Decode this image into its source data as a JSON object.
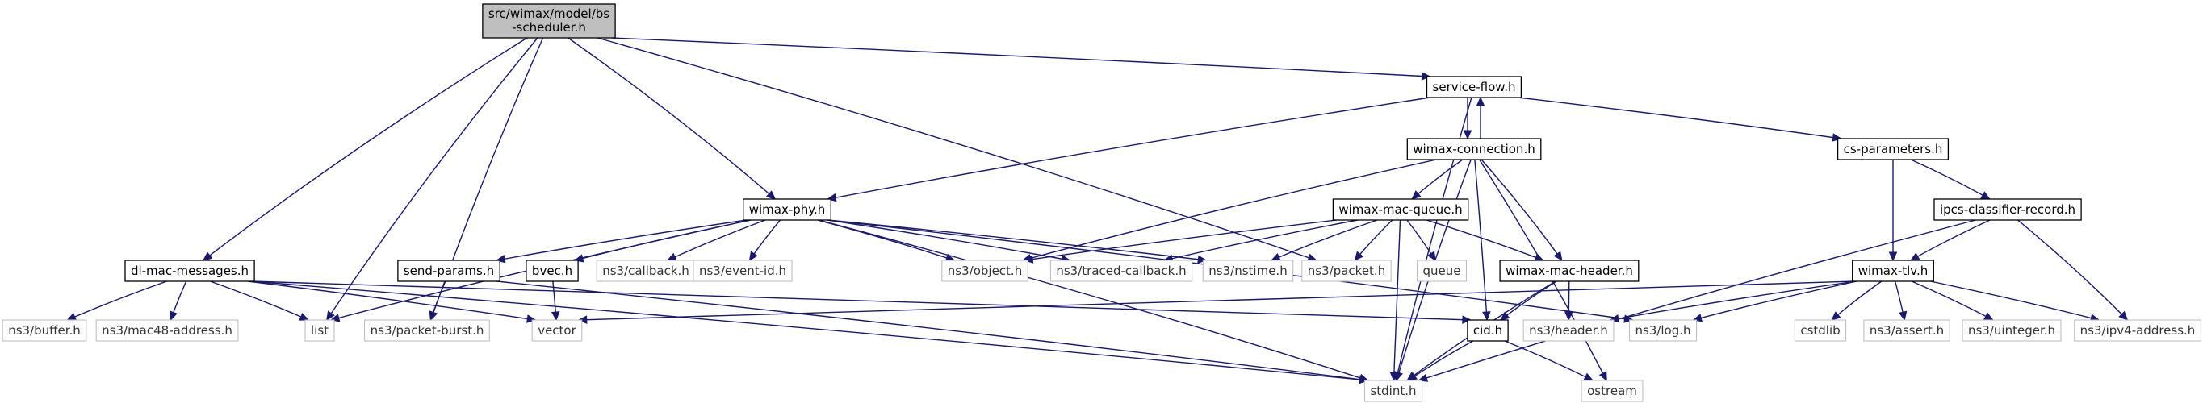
{
  "graph": {
    "title": "",
    "nodes": [
      {
        "id": "root",
        "label": "src/wimax/model/bs\n-scheduler.h",
        "kind": "root"
      },
      {
        "id": "service_flow",
        "label": "service-flow.h",
        "kind": "local"
      },
      {
        "id": "wimax_connection",
        "label": "wimax-connection.h",
        "kind": "local"
      },
      {
        "id": "cs_parameters",
        "label": "cs-parameters.h",
        "kind": "local"
      },
      {
        "id": "ipcs",
        "label": "ipcs-classifier-record.h",
        "kind": "local"
      },
      {
        "id": "wimax_tlv",
        "label": "wimax-tlv.h",
        "kind": "local"
      },
      {
        "id": "wimax_phy",
        "label": "wimax-phy.h",
        "kind": "local"
      },
      {
        "id": "wimax_mac_queue",
        "label": "wimax-mac-queue.h",
        "kind": "local"
      },
      {
        "id": "wimax_mac_header",
        "label": "wimax-mac-header.h",
        "kind": "local"
      },
      {
        "id": "dl_mac",
        "label": "dl-mac-messages.h",
        "kind": "local"
      },
      {
        "id": "send_params",
        "label": "send-params.h",
        "kind": "local"
      },
      {
        "id": "bvec",
        "label": "bvec.h",
        "kind": "local"
      },
      {
        "id": "cid",
        "label": "cid.h",
        "kind": "local"
      },
      {
        "id": "buffer",
        "label": "ns3/buffer.h",
        "kind": "ext"
      },
      {
        "id": "mac48",
        "label": "ns3/mac48-address.h",
        "kind": "ext"
      },
      {
        "id": "list",
        "label": "list",
        "kind": "ext"
      },
      {
        "id": "packet_burst",
        "label": "ns3/packet-burst.h",
        "kind": "ext"
      },
      {
        "id": "vector",
        "label": "vector",
        "kind": "ext"
      },
      {
        "id": "callback",
        "label": "ns3/callback.h",
        "kind": "ext"
      },
      {
        "id": "event_id",
        "label": "ns3/event-id.h",
        "kind": "ext"
      },
      {
        "id": "object",
        "label": "ns3/object.h",
        "kind": "ext"
      },
      {
        "id": "traced_callback",
        "label": "ns3/traced-callback.h",
        "kind": "ext"
      },
      {
        "id": "nstime",
        "label": "ns3/nstime.h",
        "kind": "ext"
      },
      {
        "id": "packet",
        "label": "ns3/packet.h",
        "kind": "ext"
      },
      {
        "id": "queue",
        "label": "queue",
        "kind": "ext"
      },
      {
        "id": "header",
        "label": "ns3/header.h",
        "kind": "ext"
      },
      {
        "id": "log",
        "label": "ns3/log.h",
        "kind": "ext"
      },
      {
        "id": "cstdlib",
        "label": "cstdlib",
        "kind": "ext"
      },
      {
        "id": "assert",
        "label": "ns3/assert.h",
        "kind": "ext"
      },
      {
        "id": "uinteger",
        "label": "ns3/uinteger.h",
        "kind": "ext"
      },
      {
        "id": "ipv4",
        "label": "ns3/ipv4-address.h",
        "kind": "ext"
      },
      {
        "id": "stdint",
        "label": "stdint.h",
        "kind": "ext"
      },
      {
        "id": "ostream",
        "label": "ostream",
        "kind": "ext"
      }
    ],
    "edges": [
      [
        "root",
        "service_flow"
      ],
      [
        "root",
        "wimax_phy"
      ],
      [
        "root",
        "dl_mac"
      ],
      [
        "root",
        "list"
      ],
      [
        "root",
        "packet_burst"
      ],
      [
        "root",
        "packet"
      ],
      [
        "service_flow",
        "wimax_connection"
      ],
      [
        "service_flow",
        "cs_parameters"
      ],
      [
        "service_flow",
        "wimax_phy"
      ],
      [
        "service_flow",
        "stdint"
      ],
      [
        "wimax_connection",
        "service_flow"
      ],
      [
        "wimax_connection",
        "wimax_mac_queue"
      ],
      [
        "wimax_connection",
        "wimax_mac_header"
      ],
      [
        "wimax_connection",
        "object"
      ],
      [
        "wimax_connection",
        "cid"
      ],
      [
        "wimax_connection",
        "stdint"
      ],
      [
        "wimax_connection",
        "ostream"
      ],
      [
        "cs_parameters",
        "ipcs"
      ],
      [
        "cs_parameters",
        "wimax_tlv"
      ],
      [
        "ipcs",
        "wimax_tlv"
      ],
      [
        "ipcs",
        "ipv4"
      ],
      [
        "ipcs",
        "stdint"
      ],
      [
        "wimax_tlv",
        "vector"
      ],
      [
        "wimax_tlv",
        "header"
      ],
      [
        "wimax_tlv",
        "log"
      ],
      [
        "wimax_tlv",
        "cstdlib"
      ],
      [
        "wimax_tlv",
        "assert"
      ],
      [
        "wimax_tlv",
        "uinteger"
      ],
      [
        "wimax_tlv",
        "ipv4"
      ],
      [
        "wimax_phy",
        "send_params"
      ],
      [
        "wimax_phy",
        "bvec"
      ],
      [
        "wimax_phy",
        "callback"
      ],
      [
        "wimax_phy",
        "event_id"
      ],
      [
        "wimax_phy",
        "object"
      ],
      [
        "wimax_phy",
        "traced_callback"
      ],
      [
        "wimax_phy",
        "nstime"
      ],
      [
        "wimax_phy",
        "list"
      ],
      [
        "wimax_phy",
        "stdint"
      ],
      [
        "wimax_phy",
        "log"
      ],
      [
        "wimax_mac_queue",
        "object"
      ],
      [
        "wimax_mac_queue",
        "traced_callback"
      ],
      [
        "wimax_mac_queue",
        "nstime"
      ],
      [
        "wimax_mac_queue",
        "packet"
      ],
      [
        "wimax_mac_queue",
        "queue"
      ],
      [
        "wimax_mac_queue",
        "wimax_mac_header"
      ],
      [
        "wimax_mac_queue",
        "stdint"
      ],
      [
        "wimax_mac_header",
        "header"
      ],
      [
        "wimax_mac_header",
        "cid"
      ],
      [
        "wimax_mac_header",
        "stdint"
      ],
      [
        "dl_mac",
        "buffer"
      ],
      [
        "dl_mac",
        "mac48"
      ],
      [
        "dl_mac",
        "list"
      ],
      [
        "dl_mac",
        "vector"
      ],
      [
        "dl_mac",
        "cid"
      ],
      [
        "dl_mac",
        "stdint"
      ],
      [
        "send_params",
        "packet_burst"
      ],
      [
        "send_params",
        "stdint"
      ],
      [
        "bvec",
        "vector"
      ],
      [
        "cid",
        "stdint"
      ],
      [
        "cid",
        "ostream"
      ]
    ]
  }
}
